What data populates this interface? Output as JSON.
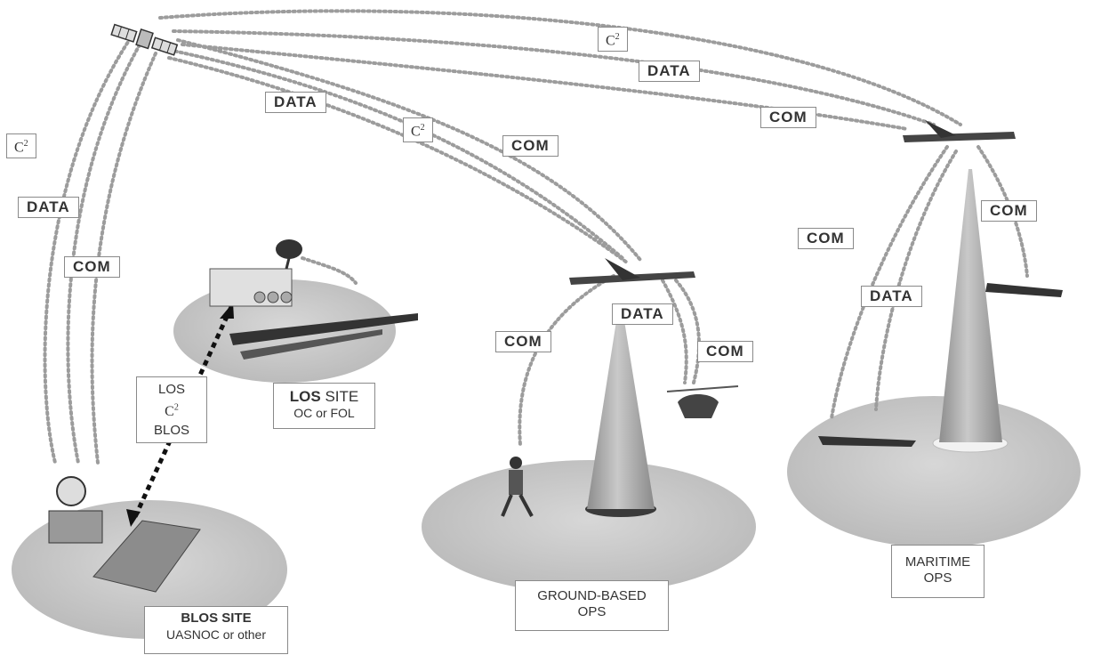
{
  "labels": {
    "c2": "C",
    "c2_sup": "2",
    "data": "DATA",
    "com": "COM"
  },
  "sites": {
    "los_title_bold": "LOS",
    "los_title_rest": " SITE",
    "los_sub": "OC or FOL",
    "blos_title": "BLOS SITE",
    "blos_sub": "UASNOC or other",
    "ground_line1": "GROUND-BASED",
    "ground_line2": "OPS",
    "maritime_line1": "MARITIME",
    "maritime_line2": "OPS"
  },
  "link_box": {
    "line1": "LOS",
    "line2": "C",
    "line2_sup": "2",
    "line3": "BLOS"
  },
  "colors": {
    "ground_disc": "#c4c4c4",
    "link_dots": "#9c9c9c",
    "cone": "#a9a9a9",
    "label_border": "#8a8a8a",
    "text": "#333333"
  }
}
